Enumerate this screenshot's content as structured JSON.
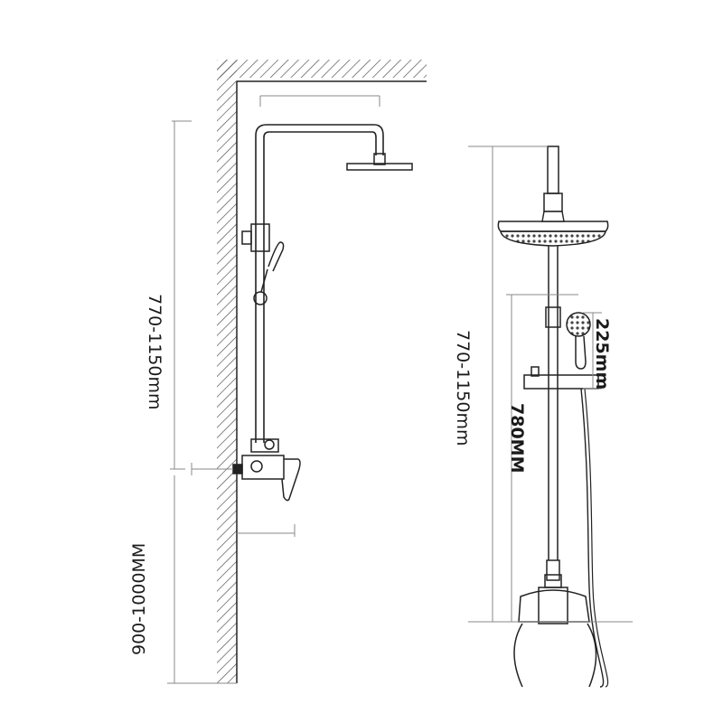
{
  "diagram": {
    "side_view": {
      "height_range_label": "770-1150mm",
      "mount_height_label": "900-1000MM"
    },
    "front_view": {
      "height_range_label": "770-1150mm",
      "rail_height_label": "780MM",
      "hand_shower_label": "225mm"
    },
    "colors": {
      "line": "#222222",
      "hatch": "#555555",
      "dim": "#888888"
    }
  }
}
